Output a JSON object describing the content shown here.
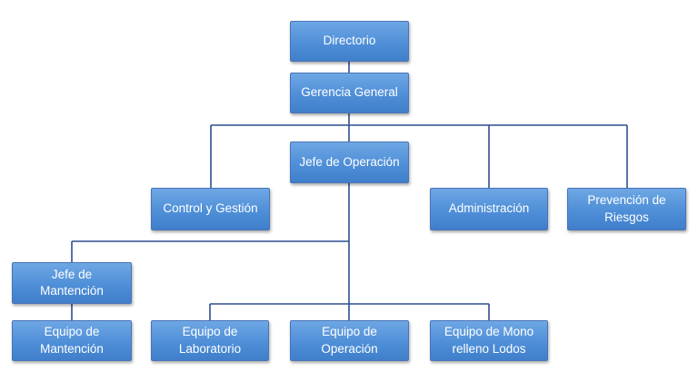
{
  "org_chart": {
    "nodes": {
      "directorio": "Directorio",
      "gerencia_general": "Gerencia General",
      "jefe_operacion": "Jefe de Operación",
      "control_gestion": "Control y Gestión",
      "administracion": "Administración",
      "prevencion_riesgos": "Prevención de\nRiesgos",
      "jefe_mantencion": "Jefe de\nMantención",
      "equipo_mantencion": "Equipo de\nMantención",
      "equipo_laboratorio": "Equipo de\nLaboratorio",
      "equipo_operacion": "Equipo de\nOperación",
      "equipo_mono_relleno": "Equipo de Mono\nrelleno Lodos"
    }
  },
  "colors": {
    "node_fill": "#4f8fd8",
    "node_border": "#4a74b6",
    "connector": "#2f4f8f",
    "text": "#ffffff"
  }
}
